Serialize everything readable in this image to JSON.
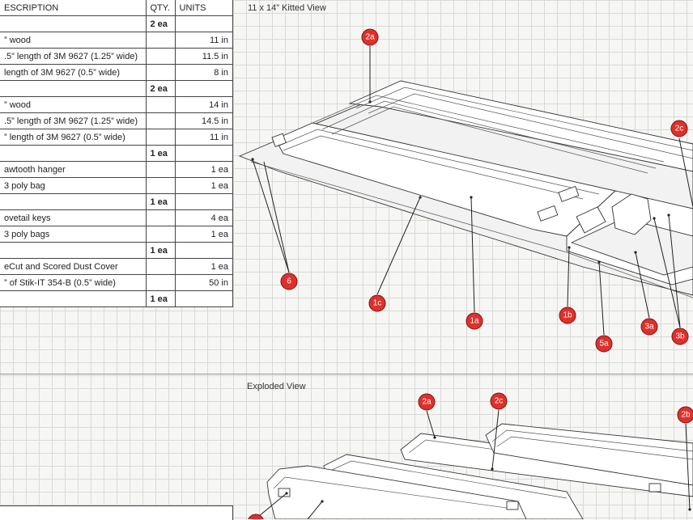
{
  "bom": {
    "headers": {
      "description": "ESCRIPTION",
      "qty": "QTY.",
      "units": "UNITS"
    },
    "rows": [
      {
        "desc": "",
        "qty": "2 ea",
        "units": ""
      },
      {
        "desc": "” wood",
        "qty": "",
        "units": "11 in"
      },
      {
        "desc": ".5” length of 3M 9627 (1.25” wide)",
        "qty": "",
        "units": "11.5 in"
      },
      {
        "desc": " length of 3M 9627 (0.5” wide)",
        "qty": "",
        "units": "8 in"
      },
      {
        "desc": "",
        "qty": "2 ea",
        "units": ""
      },
      {
        "desc": "” wood",
        "qty": "",
        "units": "14 in"
      },
      {
        "desc": ".5” length of 3M 9627 (1.25” wide)",
        "qty": "",
        "units": "14.5 in"
      },
      {
        "desc": "” length of 3M 9627 (0.5” wide)",
        "qty": "",
        "units": "11 in"
      },
      {
        "desc": "",
        "qty": "1 ea",
        "units": ""
      },
      {
        "desc": "awtooth hanger",
        "qty": "",
        "units": "1 ea"
      },
      {
        "desc": "3 poly bag",
        "qty": "",
        "units": "1 ea"
      },
      {
        "desc": "",
        "qty": "1 ea",
        "units": ""
      },
      {
        "desc": "ovetail keys",
        "qty": "",
        "units": "4 ea"
      },
      {
        "desc": "3 poly bags",
        "qty": "",
        "units": "1 ea"
      },
      {
        "desc": "",
        "qty": "1 ea",
        "units": ""
      },
      {
        "desc": "eCut and Scored Dust Cover",
        "qty": "",
        "units": "1 ea"
      },
      {
        "desc": "” of Stik-IT 354-B (0.5” wide)",
        "qty": "",
        "units": "50 in"
      },
      {
        "desc": "",
        "qty": "1 ea",
        "units": ""
      }
    ]
  },
  "kitted_view": {
    "title": "11 x 14” Kitted View",
    "callouts": [
      "2a",
      "2c",
      "6",
      "1c",
      "1a",
      "1b",
      "5a",
      "3a",
      "3b"
    ]
  },
  "exploded_view": {
    "title": "Exploded View",
    "callouts": [
      "2a",
      "2c",
      "2b"
    ]
  }
}
